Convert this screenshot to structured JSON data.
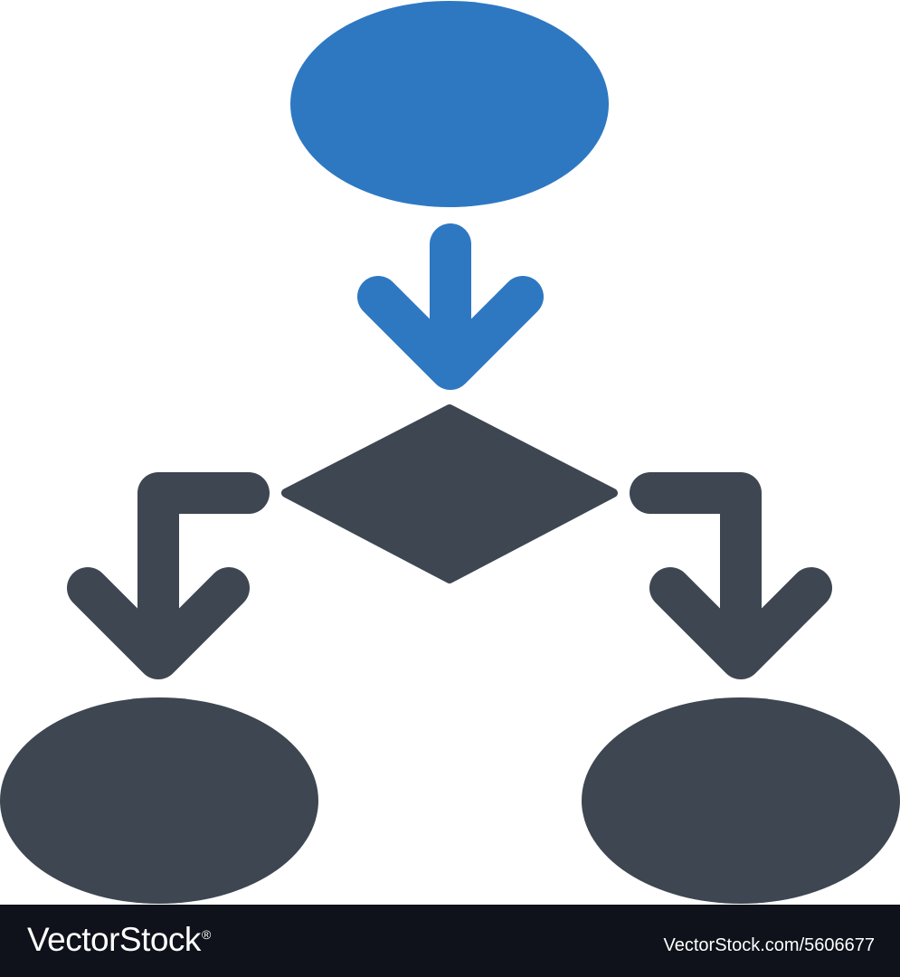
{
  "colors": {
    "accent": "#2e78c2",
    "shape": "#3d4651",
    "background": "#ffffff",
    "watermark_bar": "#0f121a",
    "watermark_text": "#ffffff"
  },
  "icon": {
    "name": "flowchart-icon",
    "nodes": [
      {
        "id": "start",
        "shape": "ellipse",
        "color": "accent"
      },
      {
        "id": "decision",
        "shape": "diamond",
        "color": "shape"
      },
      {
        "id": "left-result",
        "shape": "ellipse",
        "color": "shape"
      },
      {
        "id": "right-result",
        "shape": "ellipse",
        "color": "shape"
      }
    ],
    "edges": [
      {
        "from": "start",
        "to": "decision",
        "color": "accent"
      },
      {
        "from": "decision",
        "to": "left-result",
        "color": "shape"
      },
      {
        "from": "decision",
        "to": "right-result",
        "color": "shape"
      }
    ]
  },
  "watermark": {
    "brand": "VectorStock",
    "brand_mark": "®",
    "image_ref": "VectorStock.com/5606677"
  }
}
